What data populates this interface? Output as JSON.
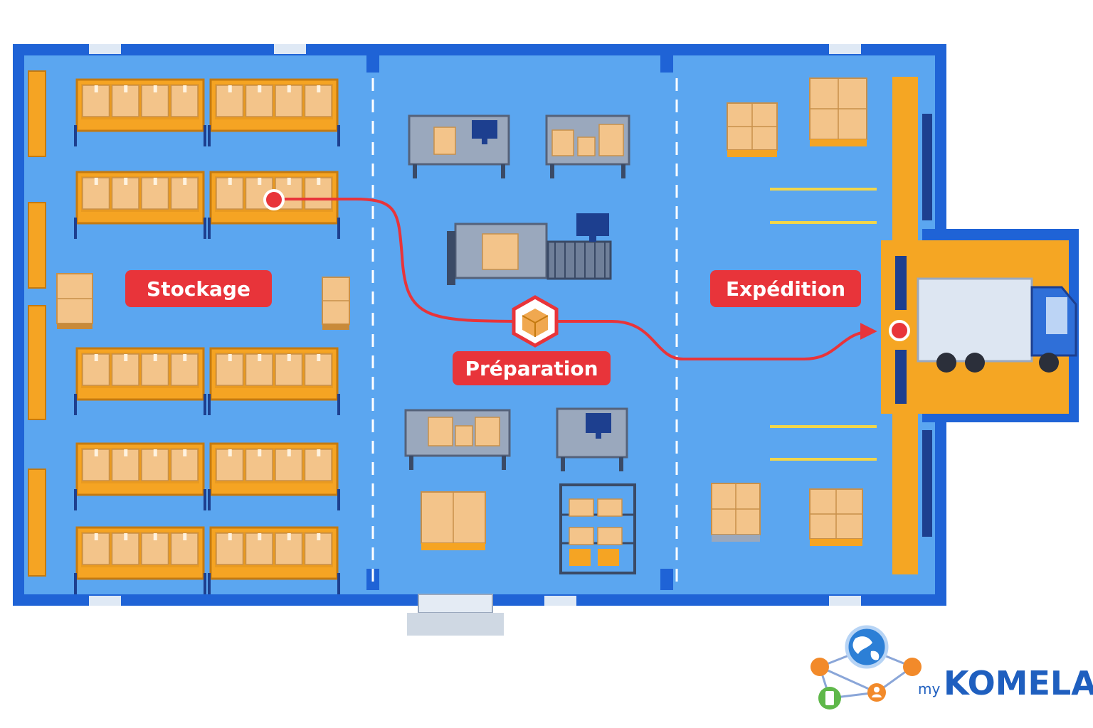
{
  "zones": {
    "storage": "Stockage",
    "preparation": "Préparation",
    "shipping": "Expédition"
  },
  "brand": {
    "prefix": "my",
    "name": "KOMELA"
  },
  "colors": {
    "wall": "#1f63d6",
    "floor": "#5ba6f0",
    "rack": "#f5a423",
    "box": "#f3c48a",
    "label_bg": "#e8343a",
    "route": "#e8343a",
    "dock": "#f5a623",
    "truck_cab": "#2f6fd8",
    "station": "#9aa8bd"
  }
}
